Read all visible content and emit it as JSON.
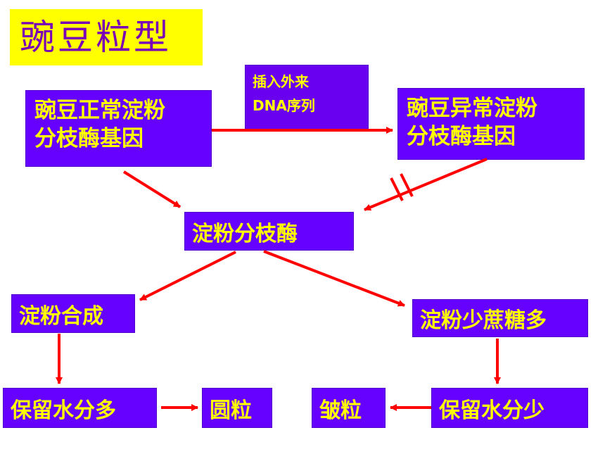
{
  "title": "豌豆粒型",
  "nodes": {
    "normal_gene": [
      "豌豆正常淀粉",
      "分枝酶基因"
    ],
    "insert": [
      "插入外来",
      "DNA序列"
    ],
    "abnormal_gene": [
      "豌豆异常淀粉",
      "分枝酶基因"
    ],
    "enzyme": "淀粉分枝酶",
    "starch_synthesis": "淀粉合成",
    "low_starch": "淀粉少蔗糖多",
    "water_more": "保留水分多",
    "round": "圆粒",
    "wrinkled": "皱粒",
    "water_less": "保留水分少"
  },
  "colors": {
    "box_fill": "#6600ff",
    "box_text": "#ffff00",
    "title_fill": "#ffff00",
    "title_text": "#7a00b8",
    "arrow": "#ff0000"
  }
}
